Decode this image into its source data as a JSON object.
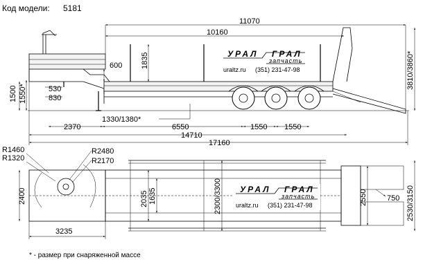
{
  "header": {
    "model_label": "Код модели:",
    "model_code": "5181"
  },
  "logo": {
    "brand": "УРАЛ",
    "brand2": "ГРАЛ",
    "sub": "запчасть",
    "website": "uraltz.ru",
    "phone": "(351) 231-47-98"
  },
  "side_view": {
    "dims": {
      "overall_length": "17160",
      "length_14710": "14710",
      "length_11070": "11070",
      "length_10160": "10160",
      "d2370": "2370",
      "d6550": "6550",
      "d1550a": "1550",
      "d1550b": "1550",
      "d1330": "1330/1380*",
      "h1835": "1835",
      "h600": "600",
      "h530": "530",
      "h830": "830",
      "h1500": "1500",
      "h1550": "1550*",
      "h3810": "3810/3860*"
    }
  },
  "top_view": {
    "dims": {
      "r1460": "R1460",
      "r1320": "R1320",
      "r2480": "R2480",
      "r2170": "R2170",
      "w2400": "2400",
      "l3235": "3235",
      "w2035": "2035",
      "w1635": "1635",
      "w2300": "2300/3300",
      "w2550": "2550",
      "l750": "750",
      "w2530": "2530/3150"
    }
  },
  "footnote": "* - размер при снаряженной массе"
}
